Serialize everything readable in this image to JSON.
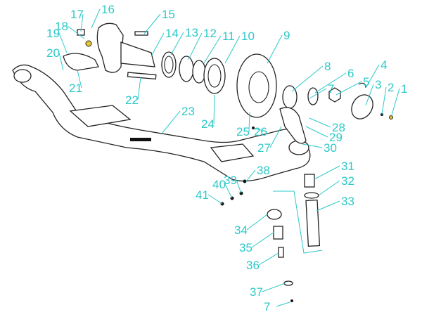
{
  "diagram": {
    "title": "Front axle exploded view",
    "callouts": [
      "1",
      "2",
      "3",
      "4",
      "5",
      "6",
      "7",
      "8",
      "9",
      "10",
      "11",
      "12",
      "13",
      "14",
      "15",
      "16",
      "17",
      "18",
      "19",
      "20",
      "21",
      "22",
      "23",
      "24",
      "25",
      "26",
      "27",
      "28",
      "29",
      "30",
      "31",
      "32",
      "33",
      "34",
      "35",
      "36",
      "37",
      "38",
      "39",
      "40",
      "41",
      "7"
    ],
    "accent_color": "#2ec8c8"
  }
}
